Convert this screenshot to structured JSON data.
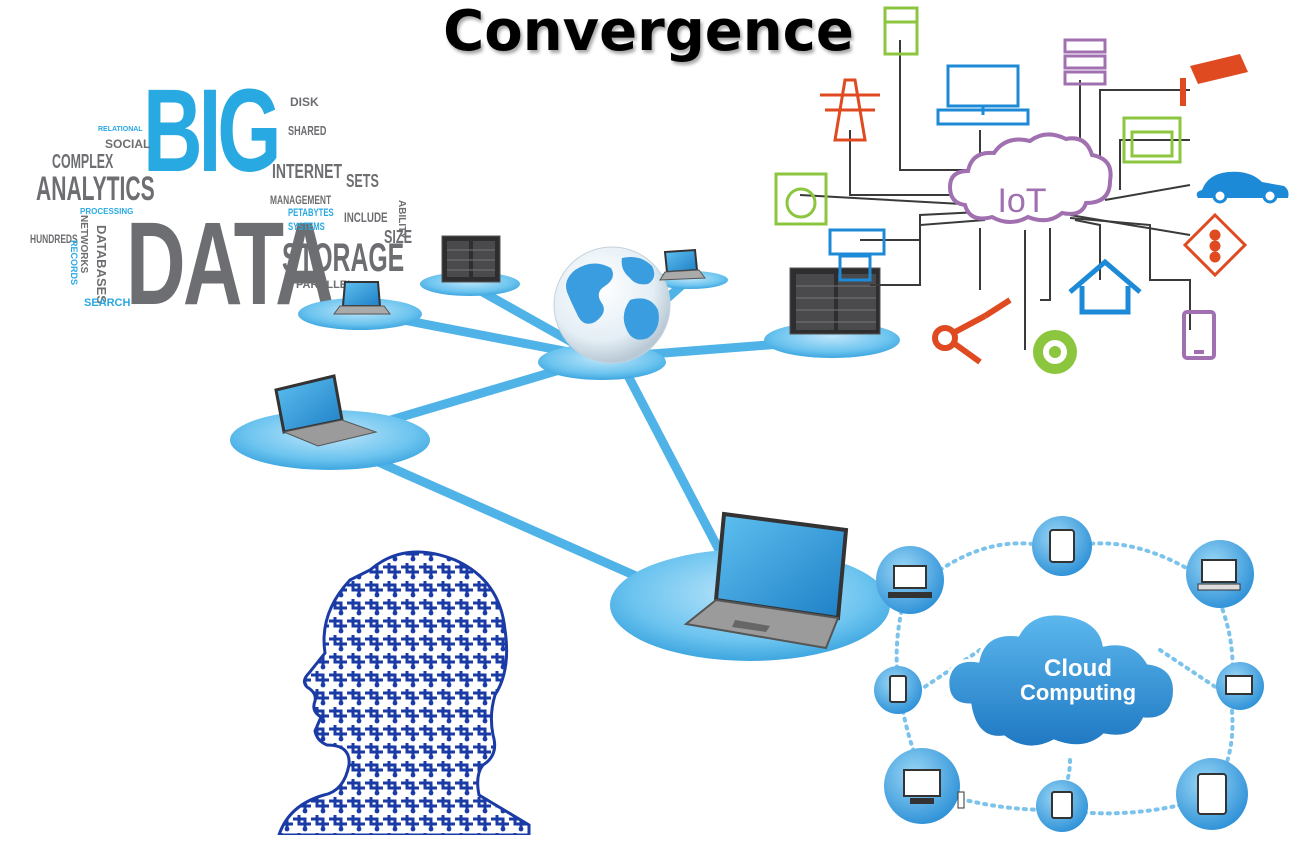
{
  "title": "Convergence",
  "word_cloud": {
    "big": "BIG",
    "data": "DATA",
    "analytics": "ANALYTICS",
    "complex": "COMPLEX",
    "social": "SOCIAL",
    "internet": "INTERNET",
    "storage": "STORAGE",
    "management": "MANAGEMENT",
    "petabytes": "PETABYTES",
    "systems": "SYSTEMS",
    "include": "INCLUDE",
    "size": "SIZE",
    "sets": "SETS",
    "databases": "DATABASES",
    "networks": "NETWORKS",
    "hundreds": "HUNDREDS",
    "search": "SEARCH",
    "parallel": "PARALLEL",
    "disk": "DISK",
    "shared": "SHARED",
    "records": "RECORDS",
    "processing": "PROCESSING",
    "relational": "RELATIONAL",
    "ability": "ABILITY"
  },
  "iot": {
    "label": "IoT"
  },
  "cloud": {
    "line1": "Cloud",
    "line2": "Computing"
  },
  "colors": {
    "network_blue": "#4fb3e8",
    "disc_blue": "#6cc4ef",
    "iot_purple": "#a070b0",
    "cloud_blue": "#2b8fd6",
    "wordcloud_blue": "#29a9e1",
    "wordcloud_gray": "#6d6e71",
    "circuit_blue": "#1a3aa6"
  }
}
